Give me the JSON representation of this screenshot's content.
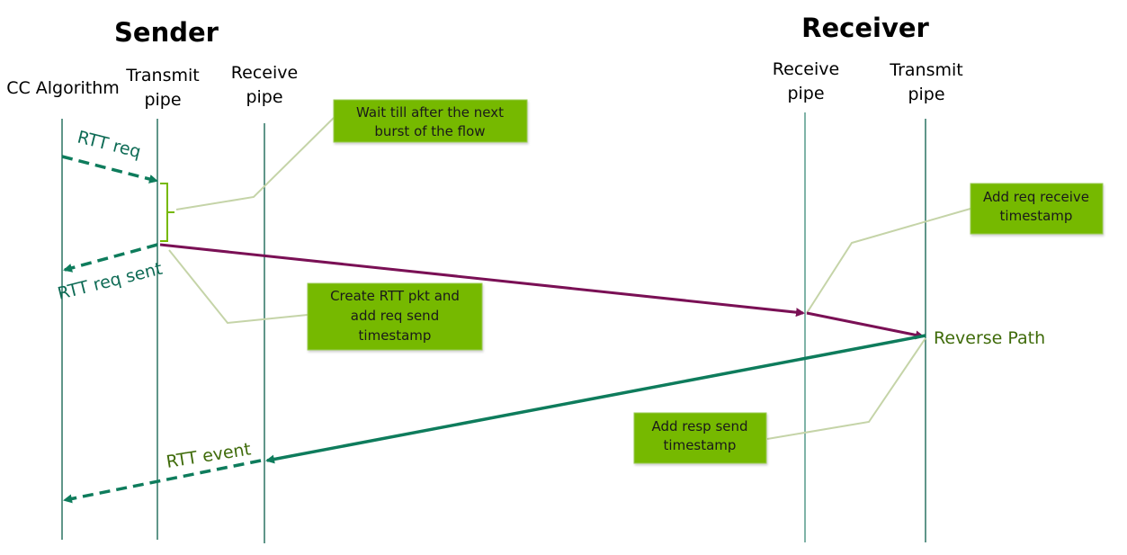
{
  "titles": {
    "sender": "Sender",
    "receiver": "Receiver"
  },
  "lanes": [
    {
      "id": "cc",
      "line1": "CC Algorithm",
      "line2": ""
    },
    {
      "id": "s_tx",
      "line1": "Transmit",
      "line2": "pipe"
    },
    {
      "id": "s_rx",
      "line1": "Receive",
      "line2": "pipe"
    },
    {
      "id": "r_rx",
      "line1": "Receive",
      "line2": "pipe"
    },
    {
      "id": "r_tx",
      "line1": "Transmit",
      "line2": "pipe"
    }
  ],
  "messages": {
    "rtt_req": "RTT req",
    "rtt_req_sent": "RTT req sent",
    "rtt_event": "RTT event",
    "reverse_path": "Reverse Path"
  },
  "notes": [
    {
      "id": "wait",
      "lines": [
        "Wait till after the next",
        "burst of the flow"
      ]
    },
    {
      "id": "create",
      "lines": [
        "Create RTT pkt and",
        "add req send",
        "timestamp"
      ]
    },
    {
      "id": "req_recv",
      "lines": [
        "Add req receive",
        "timestamp"
      ]
    },
    {
      "id": "resp_send",
      "lines": [
        "Add resp send",
        "timestamp"
      ]
    }
  ],
  "colors": {
    "lane": "#0b5e4a",
    "dashed_arrow": "#0e7c5c",
    "request_path": "#7a1055",
    "response_path": "#0e7c5c",
    "note_fill": "#76b900",
    "connector": "#c5d4a8",
    "bracket": "#76b900",
    "label_dark_green": "#3f6b0a",
    "label_teal": "#0e6b55"
  }
}
